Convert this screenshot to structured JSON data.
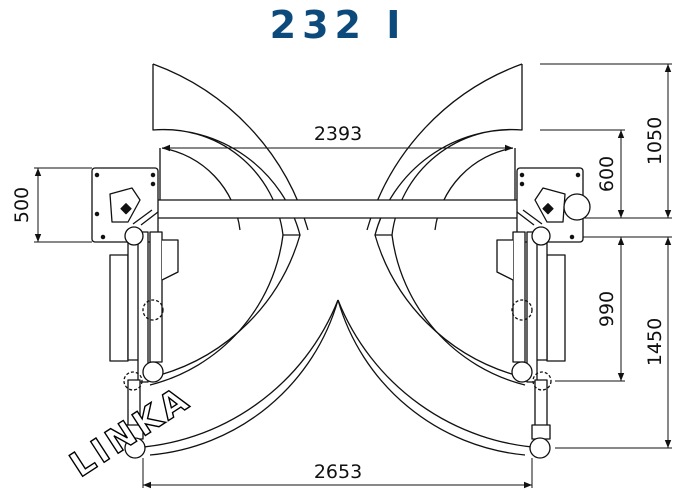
{
  "title": "232 I",
  "colors": {
    "title": "#0d4a7c",
    "line": "#111111",
    "background": "#ffffff"
  },
  "dimensions": {
    "inner_width": "2393",
    "outer_width": "2653",
    "left_height": "500",
    "right_top": "600",
    "right_overall": "1050",
    "right_arm": "990",
    "right_total": "1450"
  },
  "watermark": "LINKA"
}
